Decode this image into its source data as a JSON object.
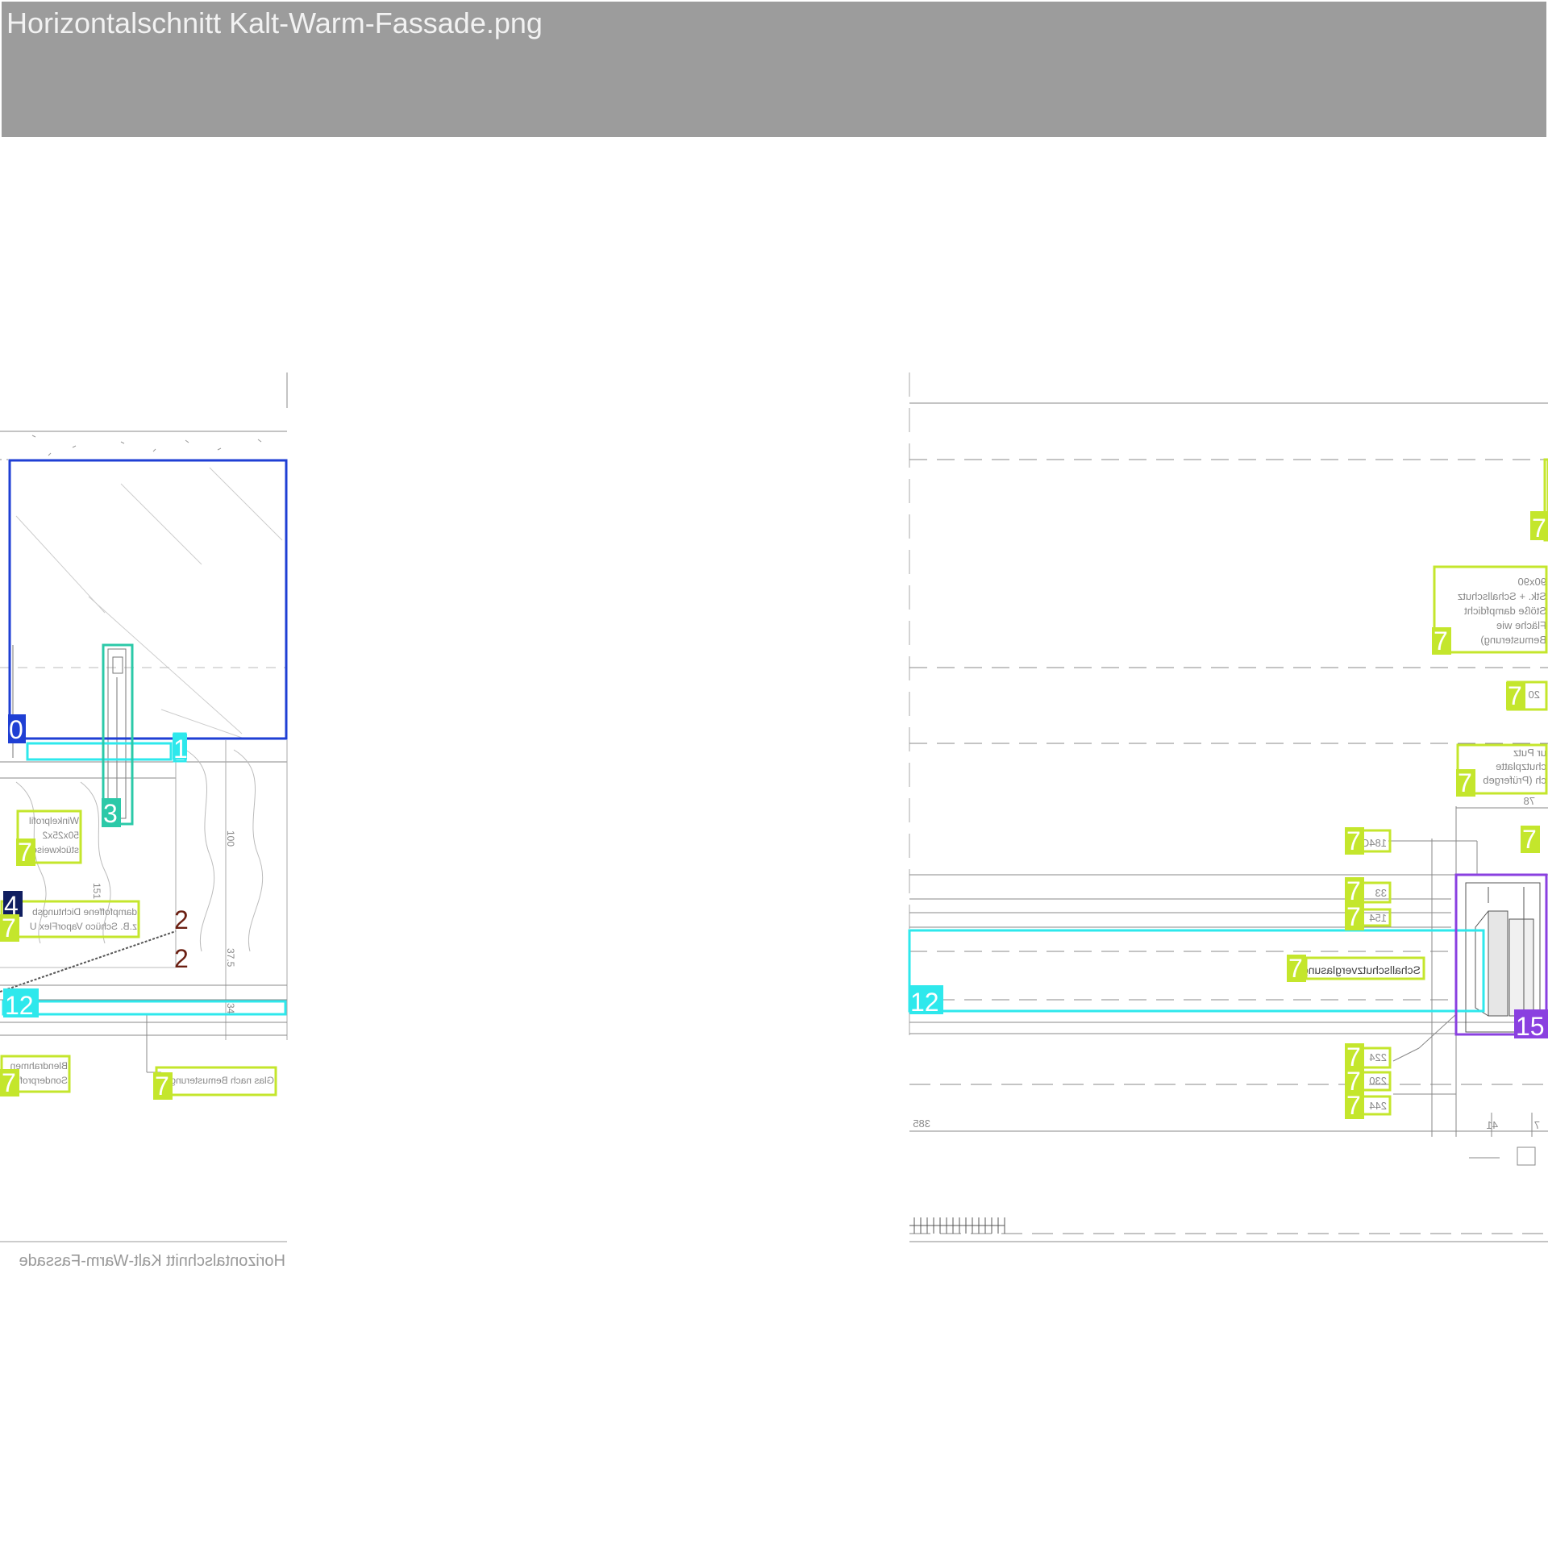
{
  "window": {
    "title": "Horizontalschnitt Kalt-Warm-Fassade.png"
  },
  "drawing": {
    "footer_caption": "Horizontalschnitt Kalt-Warm-Fassade",
    "left_texts": {
      "winkelprofil": [
        "Winkelprofil",
        "50x25x2",
        "stückweise"
      ],
      "dichtung": [
        "dampfoffene Dichtungsb",
        "z.B. Schüco VaporFlex U"
      ],
      "blend": [
        "Blendrahmen",
        "Sonderprof"
      ],
      "glas": "Glas nach Bemusterung",
      "dim_151": "151",
      "dim_100": "100",
      "dim_37": "37.5",
      "dim_34": "34"
    },
    "right_texts": {
      "spec": [
        "90x90",
        "Stk. + Schallschutz",
        "Stöße dampfdicht",
        "Fläche wie",
        "Bemusterung)"
      ],
      "putz": [
        "ur Putz",
        "chutzplatte",
        "ch (Prüfergeb"
      ],
      "schallschutz": "Schallschutzverglasung",
      "dims": {
        "d20": "20",
        "d184c": "184C",
        "d33": "33",
        "d154": "154",
        "d224": "224",
        "d230": "230",
        "d244": "244",
        "d385": "385",
        "d78": "78",
        "d41": "41",
        "d7": "7"
      }
    },
    "colors": {
      "blue": "#1f3fd4",
      "teal": "#2bc9a8",
      "cyan": "#2ee8ec",
      "lime": "#c4e62c",
      "maroon": "#6b1f12",
      "navy": "#101e60",
      "purple": "#8a40e0"
    },
    "markers": [
      {
        "id": "0",
        "color": "blue"
      },
      {
        "id": "1",
        "color": "cyan"
      },
      {
        "id": "2",
        "color": "maroon"
      },
      {
        "id": "2",
        "color": "maroon"
      },
      {
        "id": "3",
        "color": "teal"
      },
      {
        "id": "4",
        "color": "navy"
      },
      {
        "id": "7",
        "color": "lime"
      },
      {
        "id": "12",
        "color": "cyan"
      },
      {
        "id": "15",
        "color": "purple"
      }
    ]
  }
}
